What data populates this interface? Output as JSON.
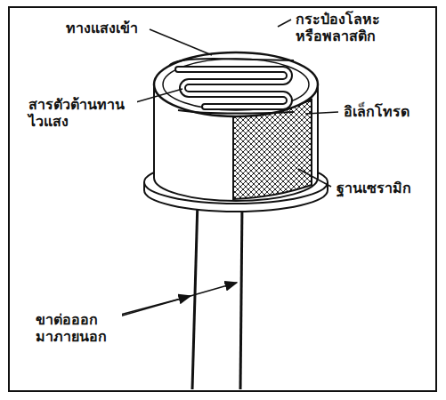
{
  "diagram": {
    "labels": [
      "ทางแสงเข้า",
      "กระป๋องโลหะ หรือพลาสติก",
      "สารตัวต้านทาน ไวแสง",
      "อิเล็กโทรด",
      "ฐานเซรามิก",
      "ขาต่อออก มาภายนอก"
    ]
  }
}
